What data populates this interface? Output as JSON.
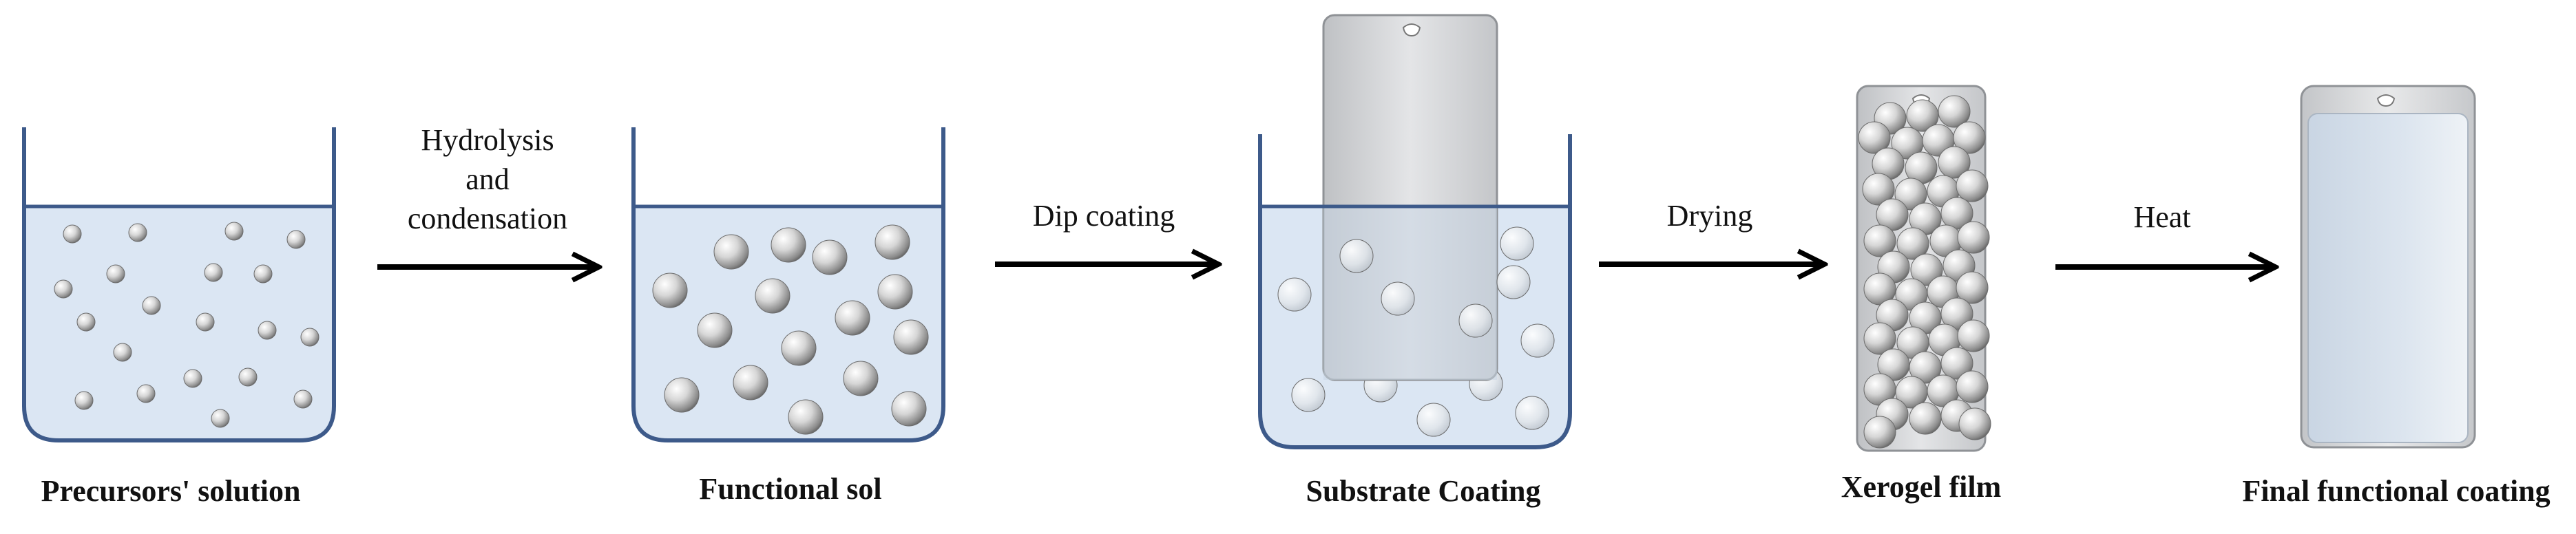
{
  "stages": [
    {
      "id": "precursors",
      "label": "Precursors' solution"
    },
    {
      "id": "functional-sol",
      "label": "Functional sol"
    },
    {
      "id": "substrate-coating",
      "label": "Substrate Coating"
    },
    {
      "id": "xerogel-film",
      "label": "Xerogel film"
    },
    {
      "id": "final-coating",
      "label": "Final functional coating"
    }
  ],
  "arrows": [
    {
      "id": "hydrolysis",
      "lines": [
        "Hydrolysis",
        "and",
        "condensation"
      ]
    },
    {
      "id": "dip-coating",
      "lines": [
        "Dip coating"
      ]
    },
    {
      "id": "drying",
      "lines": [
        "Drying"
      ]
    },
    {
      "id": "heat",
      "lines": [
        "Heat"
      ]
    }
  ],
  "colors": {
    "liquid": "#dbe6f3",
    "beaker_outline": "#3d5a8a",
    "substrate": "#d4d6d9",
    "final_film": "#d3e0ee",
    "particle": "#d9d9d9"
  }
}
